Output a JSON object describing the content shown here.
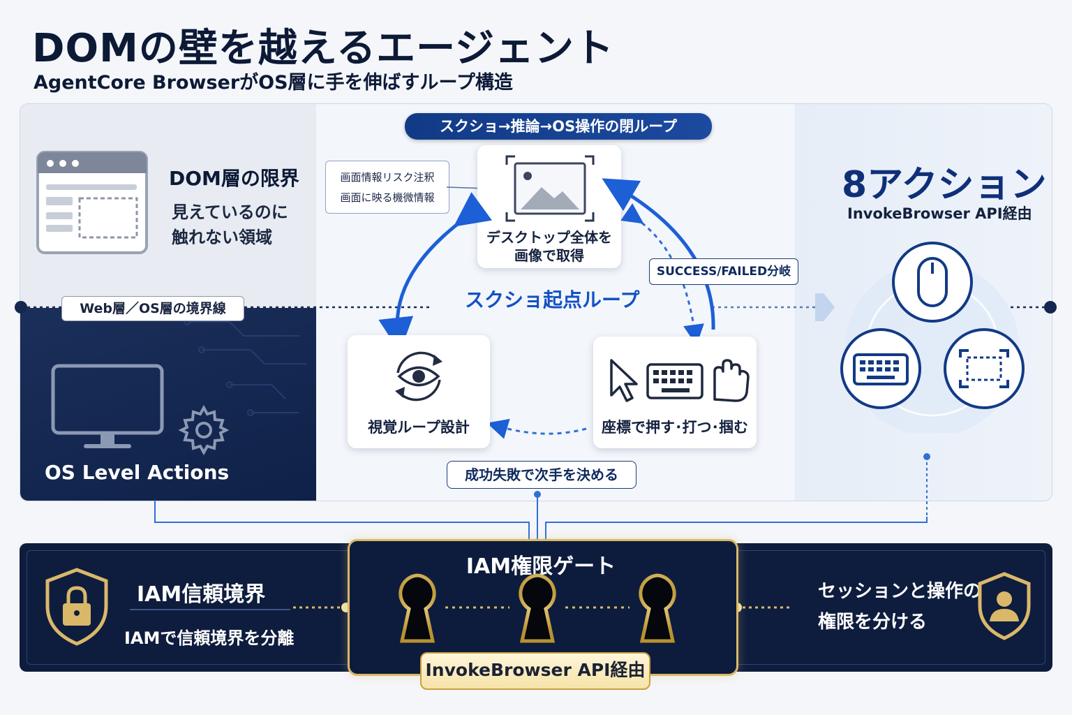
{
  "header": {
    "title": "DOMの壁を越えるエージェント",
    "subtitle": "AgentCore BrowserがOS層に手を伸ばすループ構造"
  },
  "left": {
    "dom_title": "DOM層の限界",
    "dom_desc_1": "見えているのに",
    "dom_desc_2": "触れない領域",
    "boundary_label": "Web層／OS層の境界線",
    "os_label": "OS Level Actions"
  },
  "center": {
    "loop_pill": "スクショ→推論→OS操作の閉ループ",
    "risk_line1": "画面情報リスク注釈",
    "risk_line2": "画面に映る機微情報",
    "capture_line1": "デスクトップ全体を",
    "capture_line2": "画像で取得",
    "loop_center": "スクショ起点ループ",
    "branch_label": "SUCCESS/FAILED分岐",
    "vision_label": "視覚ループ設計",
    "actions_label": "座標で押す･打つ･掴む",
    "decide_label": "成功失敗で次手を決める"
  },
  "right": {
    "actions_title": "8アクション",
    "actions_sub": "InvokeBrowser API経由"
  },
  "bottom": {
    "trust_title": "IAM信頼境界",
    "trust_desc": "IAMで信頼境界を分離",
    "gate_title": "IAM権限ゲート",
    "gate_pill": "InvokeBrowser API経由",
    "session_line1": "セッションと操作の",
    "session_line2": "権限を分ける"
  },
  "colors": {
    "navy": "#0e1d3e",
    "accent_blue": "#1c5fd6",
    "gold": "#d9b86a"
  }
}
